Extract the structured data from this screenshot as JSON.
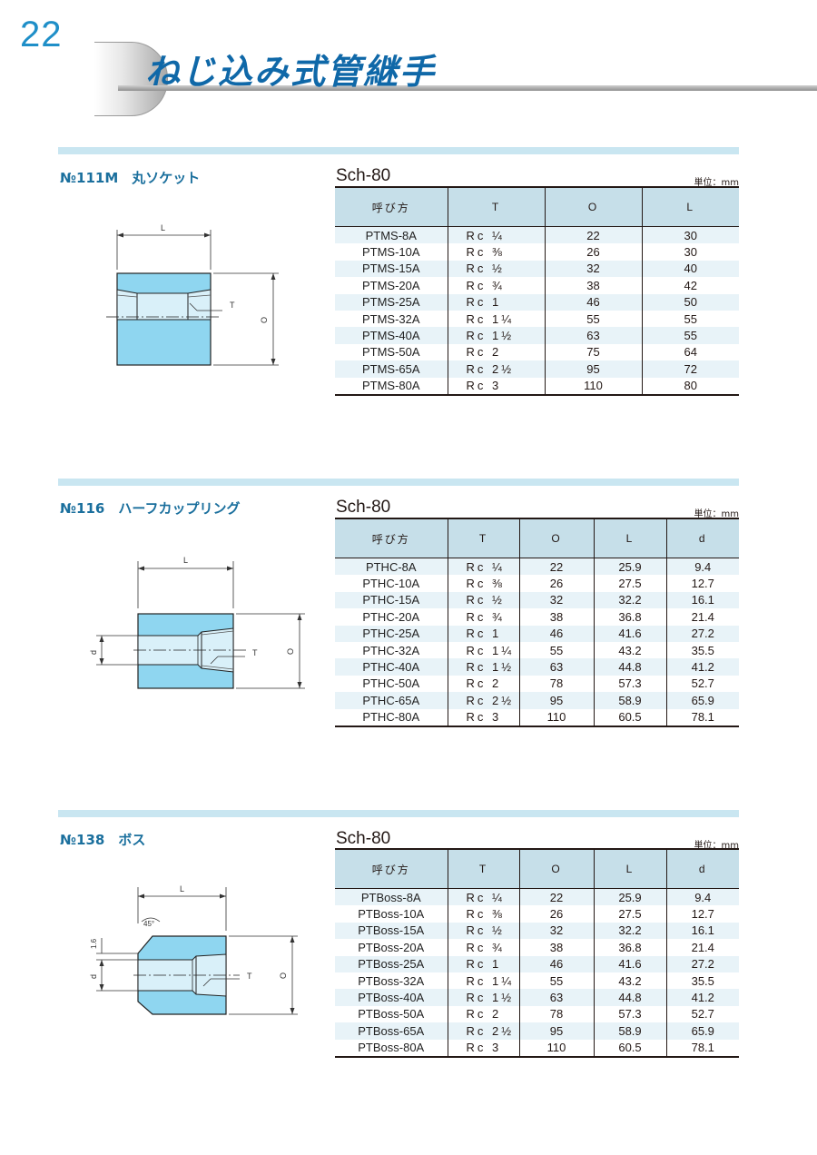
{
  "page_number": "22",
  "title": "ねじ込み式管継手",
  "colors": {
    "accent": "#1f8fc8",
    "title": "#0f68a8",
    "fitting_fill": "#8fd6f0",
    "table_header": "#c6dfe9"
  },
  "sections": [
    {
      "label": "№111M　丸ソケット",
      "sch": "Sch-80",
      "unit": "単位：mm",
      "headers": [
        "呼び方",
        "T",
        "O",
        "L"
      ],
      "rows": [
        [
          "PTMS-8A",
          "Rc ¼",
          "22",
          "30"
        ],
        [
          "PTMS-10A",
          "Rc ⅜",
          "26",
          "30"
        ],
        [
          "PTMS-15A",
          "Rc ½",
          "32",
          "40"
        ],
        [
          "PTMS-20A",
          "Rc ¾",
          "38",
          "42"
        ],
        [
          "PTMS-25A",
          "Rc 1",
          "46",
          "50"
        ],
        [
          "PTMS-32A",
          "Rc 1¼",
          "55",
          "55"
        ],
        [
          "PTMS-40A",
          "Rc 1½",
          "63",
          "55"
        ],
        [
          "PTMS-50A",
          "Rc 2",
          "75",
          "64"
        ],
        [
          "PTMS-65A",
          "Rc 2½",
          "95",
          "72"
        ],
        [
          "PTMS-80A",
          "Rc 3",
          "110",
          "80"
        ]
      ],
      "diagram_labels": {
        "L": "L",
        "T": "T",
        "O": "O"
      }
    },
    {
      "label": "№116　ハーフカップリング",
      "sch": "Sch-80",
      "unit": "単位：mm",
      "headers": [
        "呼び方",
        "T",
        "O",
        "L",
        "d"
      ],
      "rows": [
        [
          "PTHC-8A",
          "Rc ¼",
          "22",
          "25.9",
          "9.4"
        ],
        [
          "PTHC-10A",
          "Rc ⅜",
          "26",
          "27.5",
          "12.7"
        ],
        [
          "PTHC-15A",
          "Rc ½",
          "32",
          "32.2",
          "16.1"
        ],
        [
          "PTHC-20A",
          "Rc ¾",
          "38",
          "36.8",
          "21.4"
        ],
        [
          "PTHC-25A",
          "Rc 1",
          "46",
          "41.6",
          "27.2"
        ],
        [
          "PTHC-32A",
          "Rc 1¼",
          "55",
          "43.2",
          "35.5"
        ],
        [
          "PTHC-40A",
          "Rc 1½",
          "63",
          "44.8",
          "41.2"
        ],
        [
          "PTHC-50A",
          "Rc 2",
          "78",
          "57.3",
          "52.7"
        ],
        [
          "PTHC-65A",
          "Rc 2½",
          "95",
          "58.9",
          "65.9"
        ],
        [
          "PTHC-80A",
          "Rc 3",
          "110",
          "60.5",
          "78.1"
        ]
      ],
      "diagram_labels": {
        "L": "L",
        "T": "T",
        "O": "O",
        "d": "d"
      }
    },
    {
      "label": "№138　ボス",
      "sch": "Sch-80",
      "unit": "単位：mm",
      "headers": [
        "呼び方",
        "T",
        "O",
        "L",
        "d"
      ],
      "rows": [
        [
          "PTBoss-8A",
          "Rc ¼",
          "22",
          "25.9",
          "9.4"
        ],
        [
          "PTBoss-10A",
          "Rc ⅜",
          "26",
          "27.5",
          "12.7"
        ],
        [
          "PTBoss-15A",
          "Rc ½",
          "32",
          "32.2",
          "16.1"
        ],
        [
          "PTBoss-20A",
          "Rc ¾",
          "38",
          "36.8",
          "21.4"
        ],
        [
          "PTBoss-25A",
          "Rc 1",
          "46",
          "41.6",
          "27.2"
        ],
        [
          "PTBoss-32A",
          "Rc 1¼",
          "55",
          "43.2",
          "35.5"
        ],
        [
          "PTBoss-40A",
          "Rc 1½",
          "63",
          "44.8",
          "41.2"
        ],
        [
          "PTBoss-50A",
          "Rc 2",
          "78",
          "57.3",
          "52.7"
        ],
        [
          "PTBoss-65A",
          "Rc 2½",
          "95",
          "58.9",
          "65.9"
        ],
        [
          "PTBoss-80A",
          "Rc 3",
          "110",
          "60.5",
          "78.1"
        ]
      ],
      "diagram_labels": {
        "L": "L",
        "T": "T",
        "O": "O",
        "d": "d",
        "chamfer": "1.6",
        "angle": "45°"
      }
    }
  ]
}
